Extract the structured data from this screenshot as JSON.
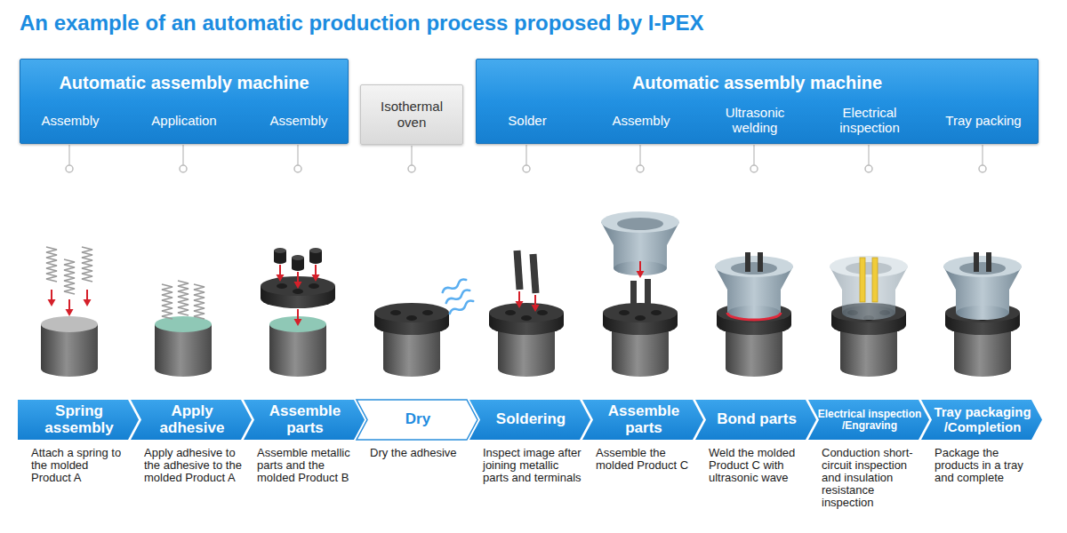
{
  "diagram": {
    "title": "An example of an automatic production process proposed by I-PEX",
    "nodes": [
      {
        "text": [
          "Automatic assembly machine",
          "Assembly",
          "Application",
          "Assembly"
        ]
      },
      {
        "text": [
          "Isothermal oven"
        ]
      },
      {
        "text": [
          "Automatic assembly machine",
          "Solder",
          "Assembly",
          "Ultrasonic welding",
          "Electrical inspection",
          "Tray packing"
        ]
      },
      {
        "text": [
          "Spring assembly",
          "Attach a spring to the molded Product A"
        ]
      },
      {
        "text": [
          "Apply adhesive",
          "Apply adhesive to the adhesive to the molded Product A"
        ]
      },
      {
        "text": [
          "Assemble parts",
          "Assemble metallic parts and the molded Product B"
        ]
      },
      {
        "text": [
          "Dry",
          "Dry the adhesive"
        ]
      },
      {
        "text": [
          "Soldering",
          "Inspect image after joining metallic parts and terminals"
        ]
      },
      {
        "text": [
          "Assemble parts",
          "Assemble the molded Product C"
        ]
      },
      {
        "text": [
          "Bond parts",
          "Weld the molded Product C with ultrasonic wave"
        ]
      },
      {
        "text": [
          "Electrical inspection /Engraving",
          "Conduction short-circuit inspection and insulation resistance inspection"
        ]
      },
      {
        "text": [
          "Tray packaging /Completion",
          "Package the products in a tray and complete"
        ]
      }
    ]
  }
}
